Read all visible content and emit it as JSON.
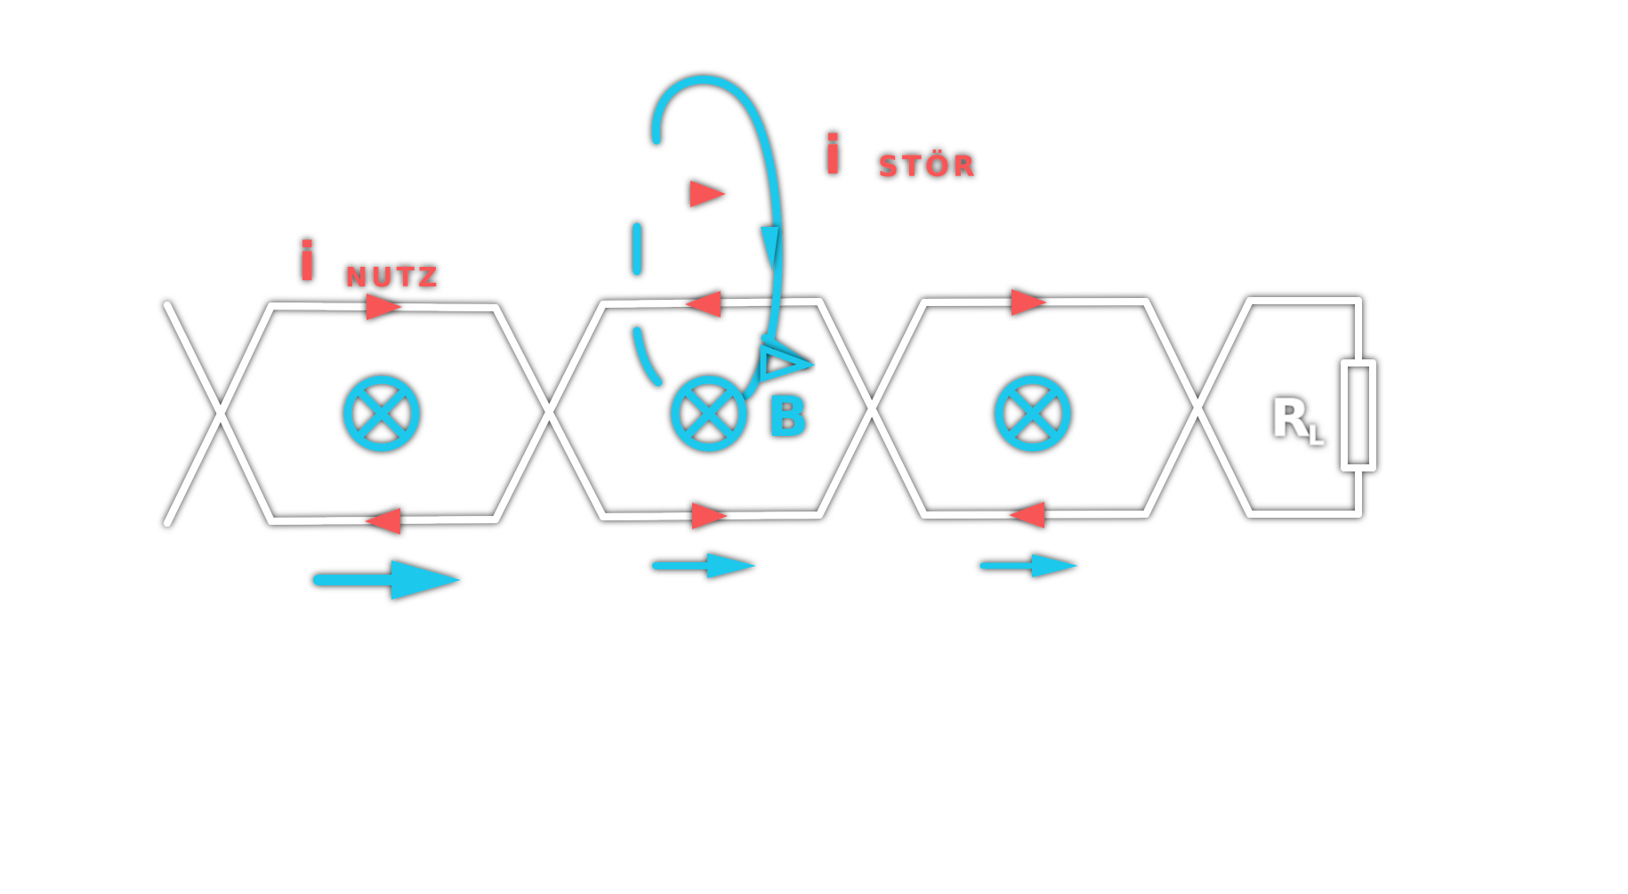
{
  "labels": {
    "i_stoer_main": "i",
    "i_stoer_sub": "STÖR",
    "i_nutz_main": "i",
    "i_nutz_sub": "NUTZ",
    "field": "B",
    "load_main": "R",
    "load_sub": "L"
  },
  "colors": {
    "background": "#ffffff",
    "wire": "#ffffff",
    "shadow": "#000000",
    "current": "#f85656",
    "field": "#1ec8ec"
  }
}
